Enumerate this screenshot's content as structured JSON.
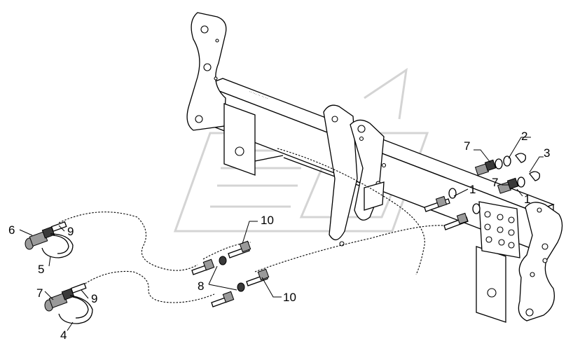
{
  "callouts": [
    {
      "id": "c2",
      "text": "2"
    },
    {
      "id": "c3",
      "text": "3"
    },
    {
      "id": "c7a",
      "text": "7"
    },
    {
      "id": "c7b",
      "text": "7"
    },
    {
      "id": "c1a",
      "text": "1"
    },
    {
      "id": "c1b",
      "text": "1"
    },
    {
      "id": "c6",
      "text": "6"
    },
    {
      "id": "c9a",
      "text": "9"
    },
    {
      "id": "c5",
      "text": "5"
    },
    {
      "id": "c10a",
      "text": "10"
    },
    {
      "id": "c8",
      "text": "8"
    },
    {
      "id": "c10b",
      "text": "10"
    },
    {
      "id": "c7c",
      "text": "7"
    },
    {
      "id": "c9b",
      "text": "9"
    },
    {
      "id": "c4",
      "text": "4"
    }
  ]
}
